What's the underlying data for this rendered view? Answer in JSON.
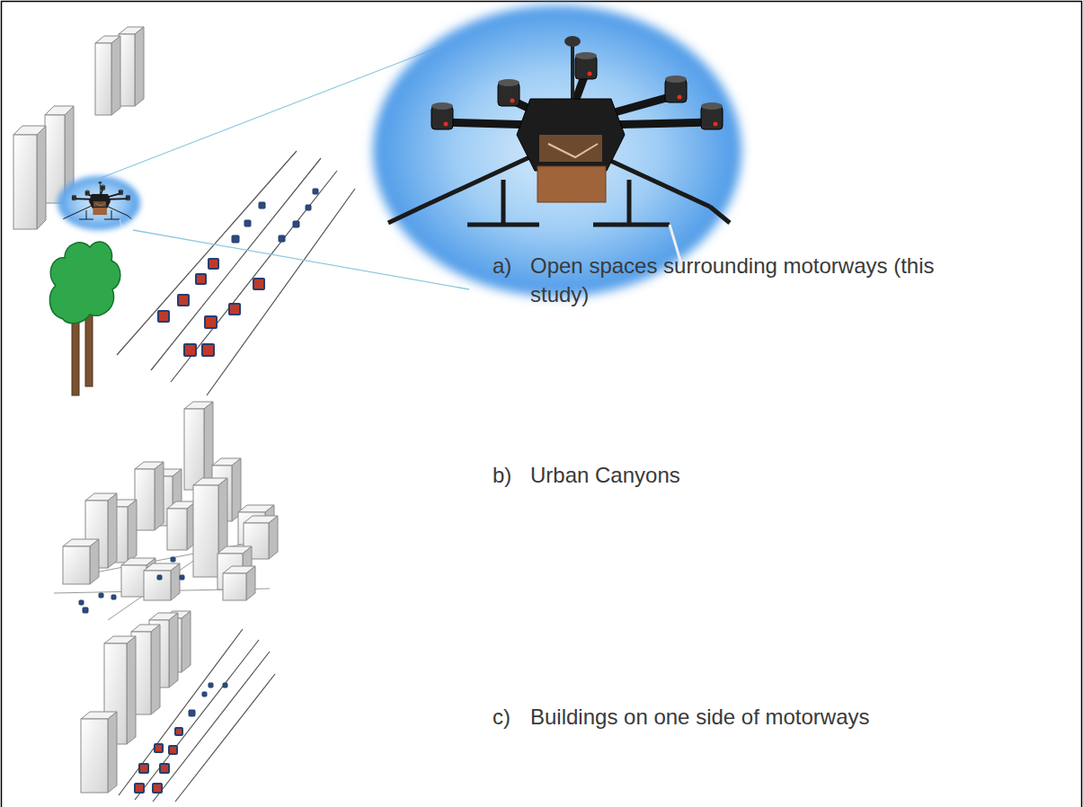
{
  "diagram": {
    "labels": [
      "a)",
      "Open spaces surrounding motorways (this study)",
      "b)",
      "Urban Canyons",
      "c)",
      "Buildings on one side of motorways"
    ]
  }
}
